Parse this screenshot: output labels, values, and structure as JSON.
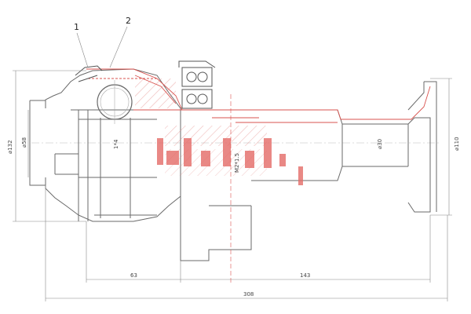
{
  "callouts": [
    {
      "label": "1"
    },
    {
      "label": "2"
    }
  ],
  "dimensions": {
    "overall_length": "308",
    "left_section_length": "63",
    "right_section_length": "143",
    "left_diameter": "⌀132",
    "left_inner_diameter": "⌀58",
    "right_diameter": "⌀110",
    "shaft_diameter": "⌀30",
    "center_label_a": "1*4",
    "center_label_b": "M2*1.5"
  },
  "colors": {
    "outline": "#6a6a6a",
    "section_red": "#d9534f",
    "hatch": "#e07a77",
    "dim_line": "#888888"
  }
}
